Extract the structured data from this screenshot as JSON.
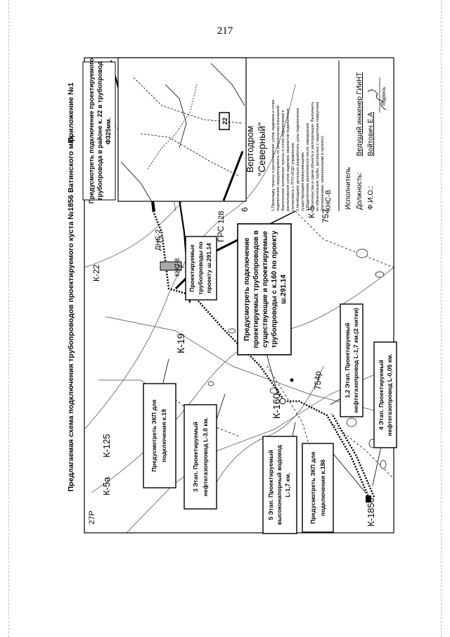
{
  "page": {
    "number": "217"
  },
  "map": {
    "title": "Предлагаемая схема подключения трубопроводов проектируемого куста №1856 Ватинского м/р.",
    "appendix": "Приложение №1",
    "sites": {
      "k1856": "К-1856",
      "k5a": "К-5а",
      "k125": "К-125",
      "r27": "27Р",
      "k19": "К-19",
      "k160": "К-160",
      "k22": "К-22",
      "dns2": "ДНС-2",
      "kns8": "КНС-8",
      "k5": "К-5",
      "r754": "754р",
      "grs": "ГРС",
      "n128": "128",
      "n752": "752",
      "kns": "КНС-В",
      "n22": "22",
      "heliport1": "Вертодром",
      "heliport2": "\"Северный\"",
      "n6": "6"
    },
    "callouts": {
      "zkp_k19": [
        "Предусмотреть ЗКП для",
        "подключения к.19"
      ],
      "stage3": [
        "3 Этап. Проектируемый",
        "нефтегазопровод L-3,0 км."
      ],
      "stage5": [
        "5 Этап. Проектируемый",
        "высоконапорный водовод",
        "L-1,7 км."
      ],
      "zkp_k1856": [
        "Предусмотреть ЗКП для",
        "подключения к.186"
      ],
      "stage4": [
        "4 Этап. Проектируемый",
        "нефтегазопровод L-0,05 км."
      ],
      "stage12": [
        "1,2 Этап. Проектируемый",
        "нефтегазопровод L-1,7 км.(2 нитки)"
      ],
      "main_note": [
        "Предусмотреть подключение",
        "проектируемых трубопроводов в",
        "существующие и проектируемые",
        "трубопроводы с к.160 по проекту",
        "ш.291.14"
      ],
      "designed_pipes": [
        "Проектируемые",
        "трубопроводы по",
        "проекту ш.291.14"
      ],
      "k22_note": [
        "Предусмотреть подключение проектируемого",
        "трубопровода в районе к. 22 в трубопровод",
        "Ф325мм."
      ]
    },
    "notes": [
      "1.Прокладку трассы и расположение узлов задвижек и точек",
      "подключения скорректировать по результатам изысканий.",
      "Фактическое положение трассы и точек подключения к",
      "расположения узлов задвижек, вариантов подключения",
      "согласовать с ПТО НГДУ управления.",
      "2.Необходимо детально разработать узлы подключения",
      "существующим коммуникациям.",
      "3.Подключение выполняется после завершения",
      "строительства и сдачи объекта в эксплуатацию. Выполнить",
      "их обязательные трубы, детальных с защитным покрытием",
      "(материалами, заполненными в проекте)"
    ],
    "signature": {
      "executor": "Исполнитель",
      "position_label": "Должность:",
      "name_label": "Ф.И.О.:",
      "position": "Ведущий инженер ГИиНТ",
      "name": "Войтович Е.А",
      "sign_caption": "подпись"
    }
  }
}
